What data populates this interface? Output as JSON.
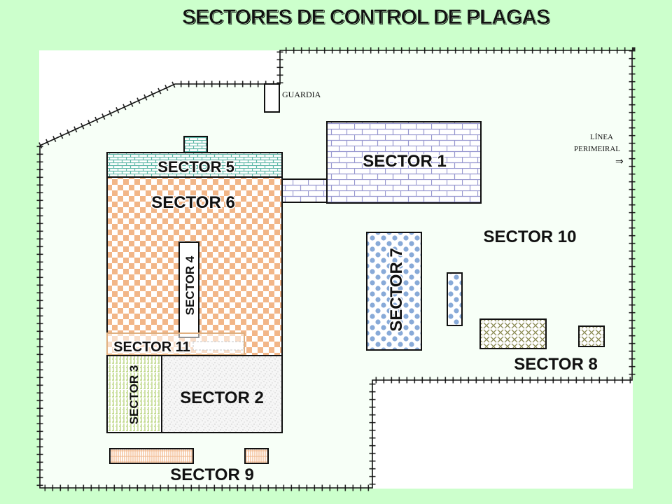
{
  "title": "SECTORES DE CONTROL DE PLAGAS",
  "guard_label": "GUARDIA",
  "perimeter": {
    "line1": "LÍNEA",
    "line2": "PERIMEIRAL",
    "arrow": "⇒"
  },
  "sectors": {
    "s1": "SECTOR 1",
    "s2": "SECTOR 2",
    "s3": "SECTOR 3",
    "s4": "SECTOR 4",
    "s5": "SECTOR 5",
    "s6": "SECTOR 6",
    "s7": "SECTOR 7",
    "s8": "SECTOR 8",
    "s9": "SECTOR 9",
    "s10": "SECTOR 10",
    "s11": "SECTOR 11"
  },
  "colors": {
    "background": "#ccffcc",
    "site_fill": "#fafffa",
    "orange_check": "#f2b688",
    "blue_brick": "#9898d0",
    "blue_dot": "#88aad8",
    "teal_brick": "#5fb8a8",
    "olive_cross": "#8f8f5a",
    "green_lattice": "#b0d070",
    "fence": "#111111"
  }
}
